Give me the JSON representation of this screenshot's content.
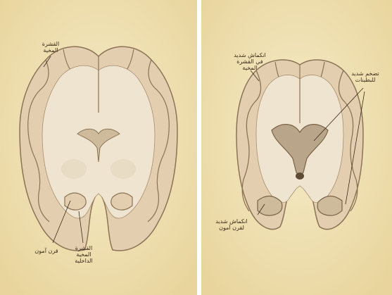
{
  "left": {
    "labels": {
      "cortex": "القشرة المخية",
      "hippocampus": "قرن آمون",
      "entorhinal": "القشرة المخية الداخلية"
    }
  },
  "right": {
    "labels": {
      "cortex_shrink": "انكماش شديد في القشرة المخية",
      "ventricles": "تضخم شديد للبطينات",
      "hippocampus_shrink": "انكماش شديد لقرن آمون"
    }
  },
  "colors": {
    "background": "#f0e3b8",
    "white_matter": "#efe4cf",
    "gray_matter": "#e3cfb0",
    "outline": "#8c7355",
    "ventricle": "#b9a68a"
  }
}
